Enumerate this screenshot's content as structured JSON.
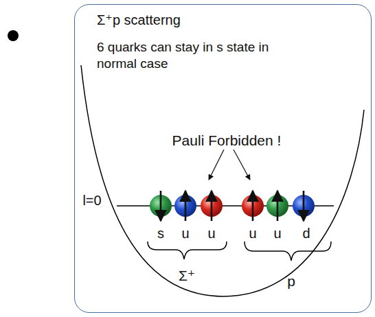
{
  "diagram": {
    "nodes": [
      {
        "text": [
          "Σ⁺p scatterng",
          "6 quarks can stay in s state in normal case"
        ]
      }
    ],
    "labels": [
      "Pauli Forbidden !",
      "l=0",
      "s",
      "u",
      "u",
      "u",
      "u",
      "d",
      "Σ⁺",
      "p"
    ]
  }
}
